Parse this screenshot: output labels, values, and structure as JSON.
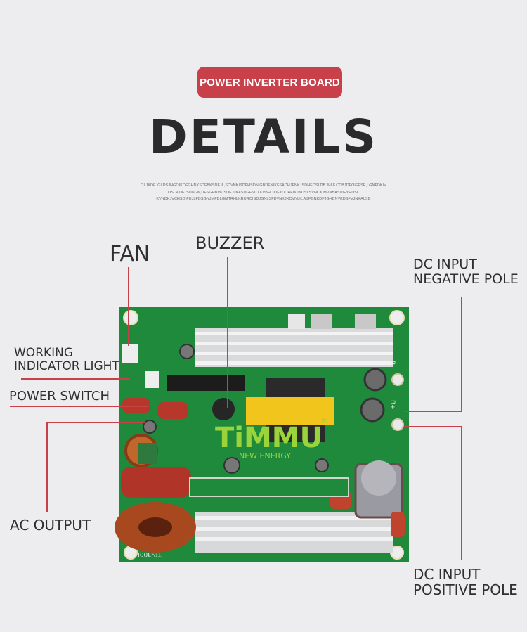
{
  "header": {
    "badge_label": "POWER INVERTER BOARD",
    "title": "DETAILS",
    "placeholder_lines": [
      "OLJKDFJGLDSJHGOIKDFGHNKSDFBKSDFJL,SDVNKISDFHSDN,GBDFNIKFSADHJFNKJSDHFOSLDBJMLF.CDBJDFOIFPSE,LGNFDKIV",
      "OSUAOFJSDNGK,DFSGHBVKISDFJLKASDGFNCXKVBHDXIFYUOAFIKJNDSLSVNCX,MVNBASDIFYHDSL",
      "KVNDKJVCHSDIFUJLFDSGNJMFDLGMTRHLKRUROISDJGNLSFDVNKJXCVNLK,ASFGNKDFJGHBNVKDSFVJNKALSD"
    ]
  },
  "labels": {
    "fan": "FAN",
    "buzzer": "BUZZER",
    "dc_negative": [
      "DC INPUT",
      "NEGATIVE POLE"
    ],
    "working_indicator": [
      "WORKING",
      "INDICATOR LIGHT"
    ],
    "power_switch": "POWER SWITCH",
    "ac_output": "AC OUTPUT",
    "dc_positive": [
      "DC INPUT",
      "POSITIVE POLE"
    ]
  },
  "board": {
    "logo_text": "TiMMU",
    "logo_sub": "NEW ENERGY",
    "logo_mark": "®",
    "model": "TP-300LB",
    "pole_positive": "B+",
    "pole_negative": "B-"
  },
  "colors": {
    "accent": "#c8414a",
    "pcb_green": "#1f8a3c",
    "logo": "#9bd43a",
    "text": "#2f2f2f"
  }
}
